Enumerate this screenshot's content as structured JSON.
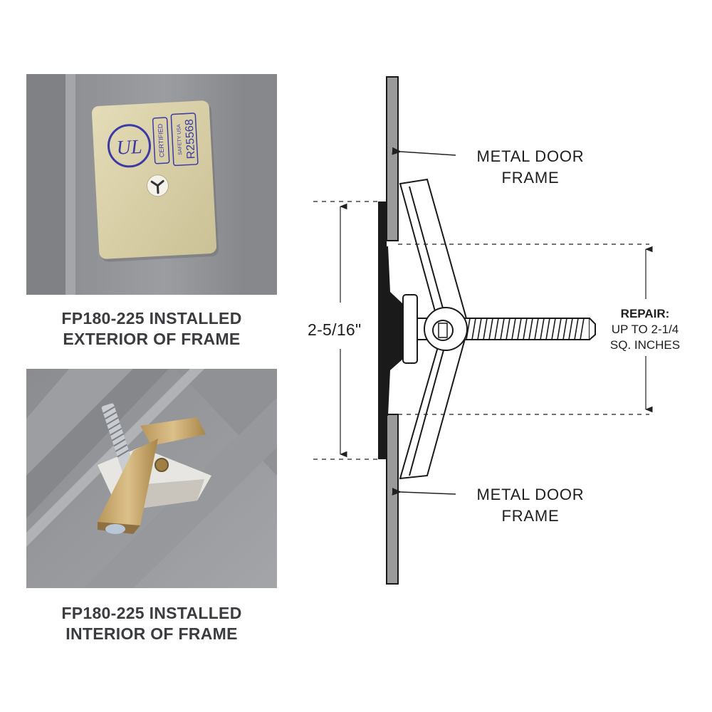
{
  "photos": [
    {
      "caption_line1": "FP180-225 INSTALLED",
      "caption_line2": "EXTERIOR OF FRAME",
      "plate": {
        "logo_text": "UL",
        "certified_text": "CERTIFIED",
        "safety_text": "SAFETY USA",
        "number_text": "R25568",
        "color": "#d8cfa6"
      }
    },
    {
      "caption_line1": "FP180-225 INSTALLED",
      "caption_line2": "INTERIOR OF FRAME"
    }
  ],
  "diagram": {
    "top_label_line1": "METAL DOOR",
    "top_label_line2": "FRAME",
    "bottom_label_line1": "METAL DOOR",
    "bottom_label_line2": "FRAME",
    "plate_dimension": "2-5/16\"",
    "repair_heading": "REPAIR:",
    "repair_line1": "UP TO 2-1/4",
    "repair_line2": "SQ. INCHES"
  },
  "colors": {
    "caption_text": "#3a3c40",
    "frame_gray": "#8c8e92",
    "toggle_brass": "#c9a96e"
  }
}
